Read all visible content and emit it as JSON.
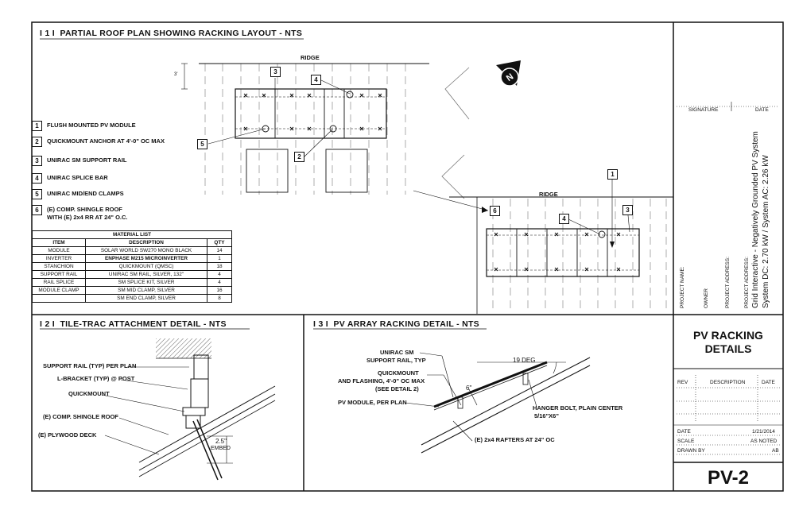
{
  "detail1": {
    "number": "1",
    "title": "PARTIAL ROOF PLAN SHOWING RACKING LAYOUT - NTS",
    "ridge_label_1": "RIDGE",
    "ridge_label_2": "RIDGE",
    "dim_label": "3'",
    "legend": [
      {
        "num": "1",
        "text": "FLUSH MOUNTED PV MODULE"
      },
      {
        "num": "2",
        "text": "QUICKMOUNT ANCHOR AT 4'-0\" OC MAX"
      },
      {
        "num": "3",
        "text": "UNIRAC SM SUPPORT RAIL"
      },
      {
        "num": "4",
        "text": "UNIRAC SPLICE BAR"
      },
      {
        "num": "5",
        "text": "UNIRAC MID/END CLAMPS"
      },
      {
        "num": "6",
        "text": "(E) COMP. SHINGLE ROOF\nWITH (E) 2x4 RR AT 24\" O.C."
      }
    ],
    "callouts": {
      "c3a": "3",
      "c4a": "4",
      "c5": "5",
      "c2": "2",
      "c1": "1",
      "c6": "6",
      "c4b": "4",
      "c3b": "3"
    },
    "compass_letter": "N"
  },
  "material_list": {
    "title": "MATERIAL LIST",
    "headers": [
      "ITEM",
      "DESCRIPTION",
      "QTY"
    ],
    "rows": [
      {
        "item": "MODULE",
        "desc": "SOLAR WORLD SW270 MONO BLACK",
        "qty": "14"
      },
      {
        "item": "INVERTER",
        "desc": "ENPHASE M215 MICROINVERTER",
        "qty": "1"
      },
      {
        "item": "STANCHION",
        "desc": "QUICKMOUNT (QMSC)",
        "qty": "18"
      },
      {
        "item": "SUPPORT RAIL",
        "desc": "UNIRAC SM RAIL, SILVER, 132\"",
        "qty": "4"
      },
      {
        "item": "RAIL SPLICE",
        "desc": "SM SPLICE KIT, SILVER",
        "qty": "4"
      },
      {
        "item": "MODULE CLAMP",
        "desc": "SM MID CLAMP, SILVER",
        "qty": "16"
      },
      {
        "item": "",
        "desc": "SM END CLAMP, SILVER",
        "qty": "8"
      }
    ]
  },
  "detail2": {
    "number": "2",
    "title": "TILE-TRAC ATTACHMENT DETAIL - NTS",
    "labels": {
      "rail": "SUPPORT RAIL (TYP) PER PLAN",
      "bracket": "L-BRACKET (TYP) @ POST",
      "quickmount": "QUICKMOUNT",
      "roof": "(E) COMP. SHINGLE ROOF",
      "deck": "(E) PLYWOOD DECK",
      "embed_dim": "2.5\"",
      "embed": "EMBED"
    }
  },
  "detail3": {
    "number": "3",
    "title": "PV ARRAY RACKING DETAIL - NTS",
    "labels": {
      "rail1": "UNIRAC SM",
      "rail2": "SUPPORT RAIL, TYP",
      "qm1": "QUICKMOUNT",
      "qm2": "AND FLASHING, 4'-0\" OC MAX",
      "qm3": "(SEE DETAIL 2)",
      "module": "PV MODULE, PER PLAN",
      "angle": "19 DEG",
      "gap": "6\"",
      "bolt1": "HANGER BOLT, PLAIN CENTER",
      "bolt2": "5/16\"X6\"",
      "rafters": "(E) 2x4 RAFTERS AT 24\" OC"
    }
  },
  "title_block": {
    "signature": "SIGNATURE",
    "date_hdr": "DATE",
    "project_name": "PROJECT NAME:",
    "owner": "OWNER",
    "project_address": "PROJECT ADDRESS:",
    "addr_label": "PROJECT ADDRESS:",
    "system_line1": "Grid Interactive - Negatively Grounded PV System",
    "system_line2": "System DC: 2.70 kW / System AC:  2.26 kW",
    "sheet_title_1": "PV RACKING",
    "sheet_title_2": "DETAILS",
    "rev": "REV",
    "description": "DESCRIPTION",
    "date_col": "DATE",
    "date_label": "DATE",
    "date_value": "1/21/2014",
    "scale_label": "SCALE",
    "scale_value": "AS NOTED",
    "drawn_label": "DRAWN BY",
    "drawn_value": "AB",
    "sheet_number": "PV-2"
  }
}
